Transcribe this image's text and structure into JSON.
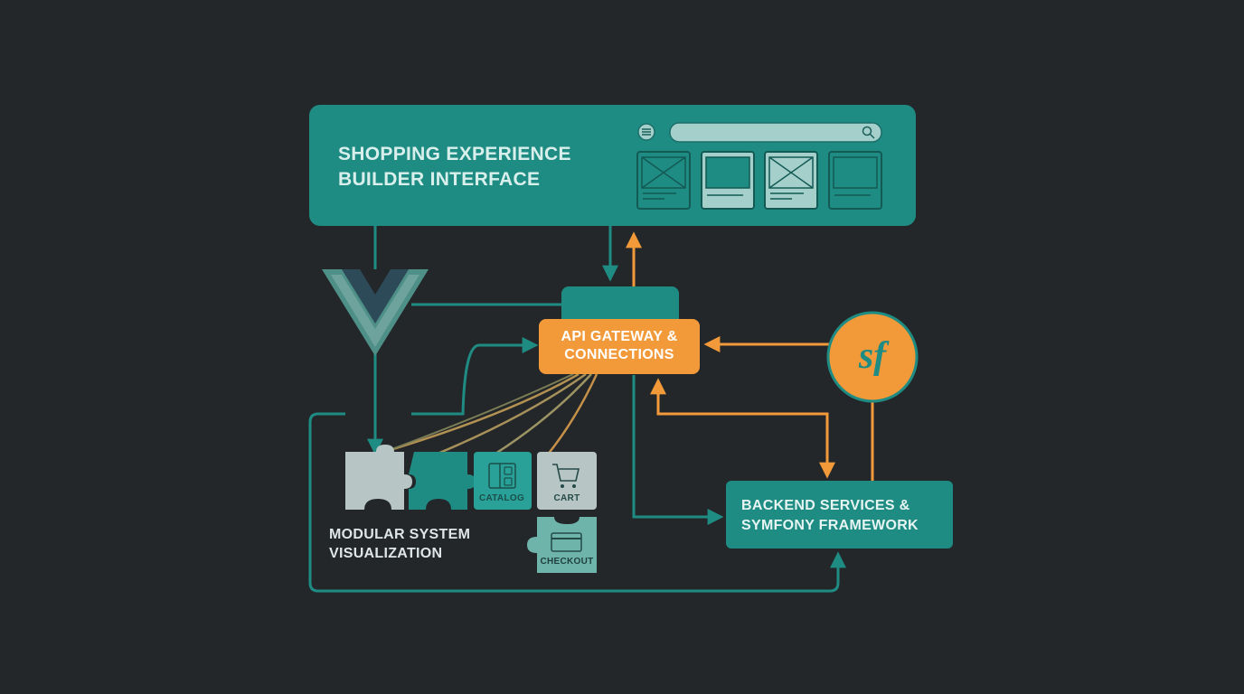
{
  "colors": {
    "background": "#24272a",
    "teal": "#1f8c84",
    "teal_light": "#2aa198",
    "orange": "#f29a3a",
    "gray_piece": "#b8c5c5"
  },
  "builder": {
    "title_line1": "SHOPPING EXPERIENCE",
    "title_line2": "BUILDER INTERFACE",
    "icons": [
      "menu-icon",
      "search-icon",
      "image-placeholder-icon",
      "screen-icon"
    ]
  },
  "api": {
    "title_line1": "API GATEWAY &",
    "title_line2": "CONNECTIONS"
  },
  "backend": {
    "title_line1": "BACKEND SERVICES &",
    "title_line2": "SYMFONY FRAMEWORK"
  },
  "symfony": {
    "glyph": "sf"
  },
  "modular": {
    "title_line1": "MODULAR SYSTEM",
    "title_line2": "VISUALIZATION",
    "pieces": [
      {
        "label": "",
        "icon": ""
      },
      {
        "label": "",
        "icon": ""
      },
      {
        "label": "CATALOG",
        "icon": "layout-icon"
      },
      {
        "label": "CART",
        "icon": "cart-icon"
      },
      {
        "label": "CHECKOUT",
        "icon": "card-icon"
      }
    ]
  },
  "logo": {
    "name": "vue-logo"
  }
}
